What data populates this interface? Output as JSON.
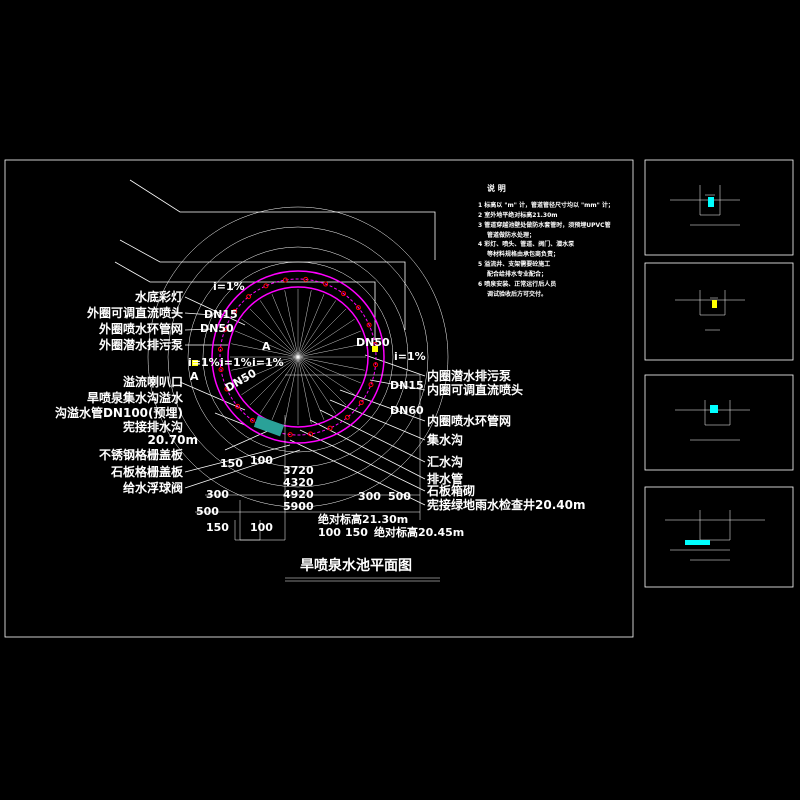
{
  "title": "旱喷泉水池平面图",
  "colors": {
    "background": "#000000",
    "line": "#ffffff",
    "ring": "#ff00ff",
    "accent": "#00ffff",
    "lamp": "#ffff00",
    "nozzle": "#ff0000",
    "grate": "#2aa198"
  },
  "notes": {
    "heading": "说 明",
    "lines": [
      "1 标高以 \"m\" 计，管道管径尺寸均以 \"mm\" 计；",
      "2 室外地平绝对标高21.30m",
      "3 管道穿越池壁处做防水套管时，须预埋UPVC管",
      "管道做防水处理；",
      "4 彩灯、喷头、管道、阀门、潜水泵",
      "等材料规格由承包商负责；",
      "5 溢流井、支架需要砼施工",
      "配合给排水专业配合；",
      "6 喷泉安装、正常运行后人员",
      "调试验收后方可交付。"
    ]
  },
  "left_labels": [
    "水底彩灯",
    "外圈可调直流喷头",
    "外圈喷水环管网",
    "外圈潜水排污泵",
    "溢流喇叭口",
    "旱喷泉集水沟溢水",
    "沟溢水管DN100(预埋)",
    "宪接排水沟",
    "20.70m",
    "不锈钢格栅盖板",
    "石板格栅盖板",
    "给水浮球阀"
  ],
  "right_labels": [
    "内圈潜水排污泵",
    "内圈可调直流喷头",
    "内圈喷水环管网",
    "集水沟",
    "汇水沟",
    "排水管",
    "石板箱砌",
    "宪接绿地雨水检查井20.40m"
  ],
  "pipe_labels": [
    "DN15",
    "DN50",
    "DN50",
    "DN15",
    "DN60",
    "DN50"
  ],
  "slopes": [
    "i=1%",
    "i=1%",
    "i=1%",
    "i=1%",
    "i=1%"
  ],
  "section_marks": [
    "A",
    "A"
  ],
  "dimensions": [
    "150",
    "100",
    "3720",
    "4320",
    "4920",
    "5900",
    "300",
    "500",
    "300",
    "500",
    "100",
    "150",
    "150",
    "100"
  ],
  "elevations": [
    "绝对标高21.30m",
    "绝对标高20.45m"
  ]
}
